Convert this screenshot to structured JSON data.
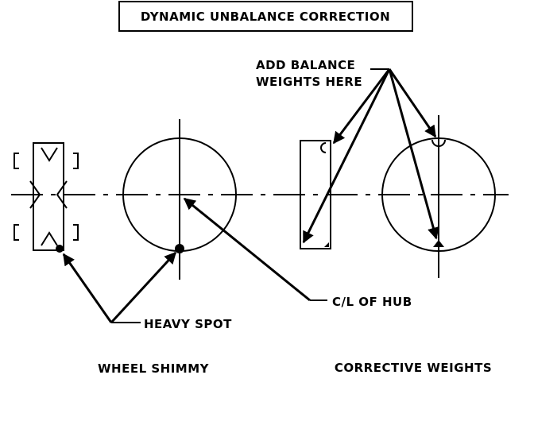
{
  "title": "DYNAMIC UNBALANCE CORRECTION",
  "labels": {
    "add_weights_line1": "ADD BALANCE",
    "add_weights_line2": "WEIGHTS HERE",
    "heavy_spot": "HEAVY SPOT",
    "hub_centerline": "C/L OF HUB",
    "wheel_shimmy": "WHEEL SHIMMY",
    "corrective_weights": "CORRECTIVE WEIGHTS"
  },
  "colors": {
    "ink": "#000000",
    "paper": "#ffffff"
  }
}
